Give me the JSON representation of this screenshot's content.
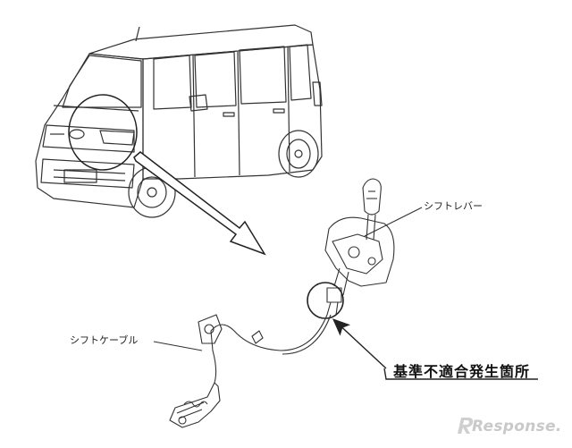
{
  "labels": {
    "shift_lever": "シフトレバー",
    "shift_cable": "シフトケーブル",
    "defect_location": "基準不適合発生箇所"
  },
  "watermark": {
    "text": "Response."
  },
  "colors": {
    "line": "#333333",
    "background": "#ffffff",
    "watermark": "#c9c9c9"
  }
}
